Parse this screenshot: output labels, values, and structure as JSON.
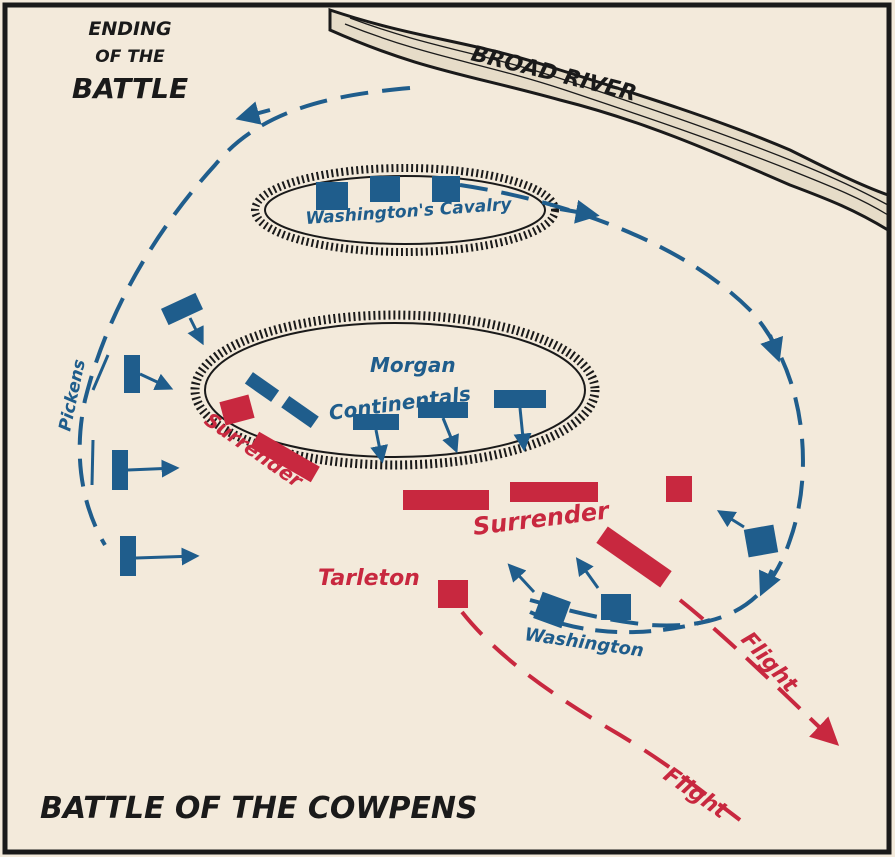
{
  "colors": {
    "american": "#1f5d8c",
    "british": "#c8283f",
    "ink": "#1a1a1a",
    "paper": "#f3eadb"
  },
  "labels": {
    "subtitle_1": "ENDING",
    "subtitle_2": "OF THE",
    "subtitle_3": "BATTLE",
    "river": "BROAD RIVER",
    "cavalry": "Washington's Cavalry",
    "morgan": "Morgan",
    "continentals": "Continentals",
    "pickens": "Pickens",
    "surrender_left": "Surrender",
    "surrender_right": "Surrender",
    "tarleton": "Tarleton",
    "washington": "Washington",
    "flight_1": "Flight",
    "flight_2": "Flight",
    "title": "BATTLE OF THE COWPENS"
  },
  "icons": [
    "unit-block-icon",
    "movement-arrow-icon",
    "tree-line-icon",
    "river-icon"
  ]
}
